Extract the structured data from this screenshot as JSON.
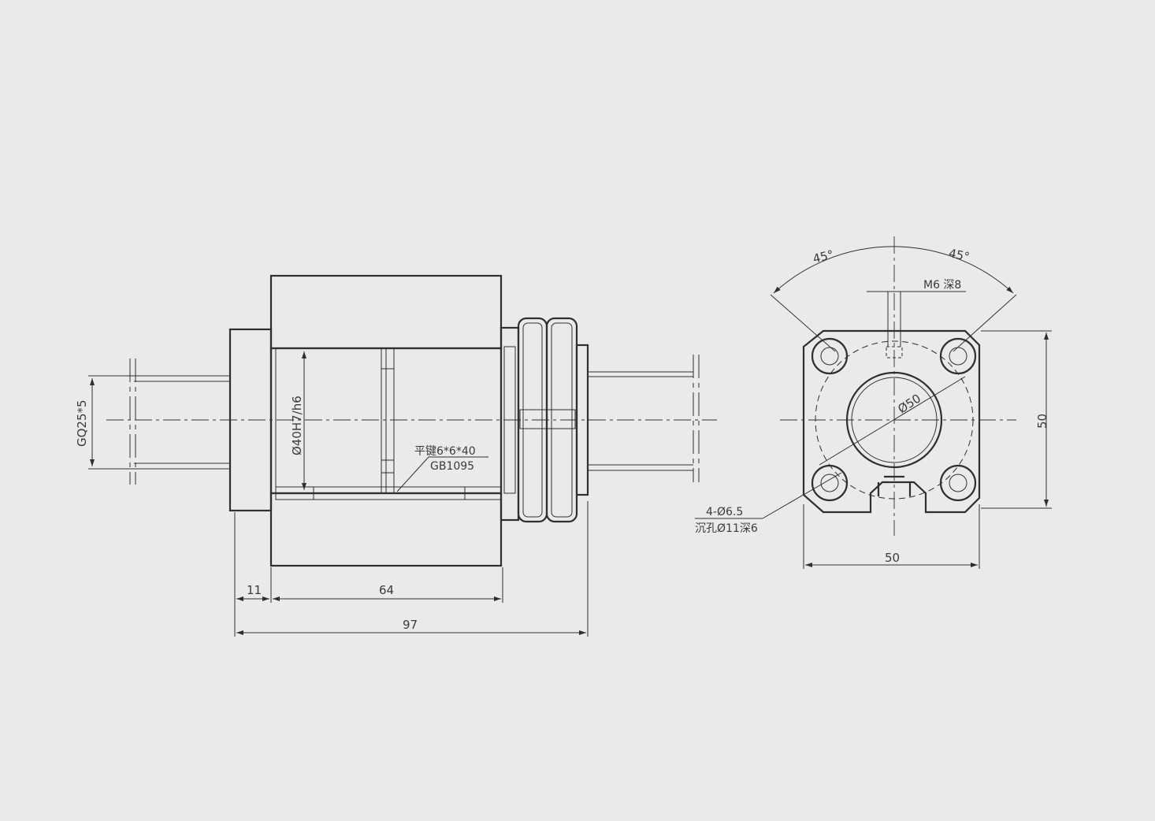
{
  "drawing": {
    "side_view": {
      "thread_label": "GQ25*5",
      "fit_label": "Ø40H7/h6",
      "key_label": "平键6*6*40",
      "key_standard": "GB1095",
      "dim_flange": "11",
      "dim_housing": "64",
      "dim_total": "97"
    },
    "front_view": {
      "angle_left": "45°",
      "angle_right": "45°",
      "tapped_hole": "M6 深8",
      "bore_diameter": "Ø50",
      "mount_holes": "4-Ø6.5",
      "counterbore": "沉孔Ø11深6",
      "width": "50",
      "height": "50"
    }
  },
  "colors": {
    "paper": "#e9ebea",
    "ink": "#2f2f2f"
  }
}
